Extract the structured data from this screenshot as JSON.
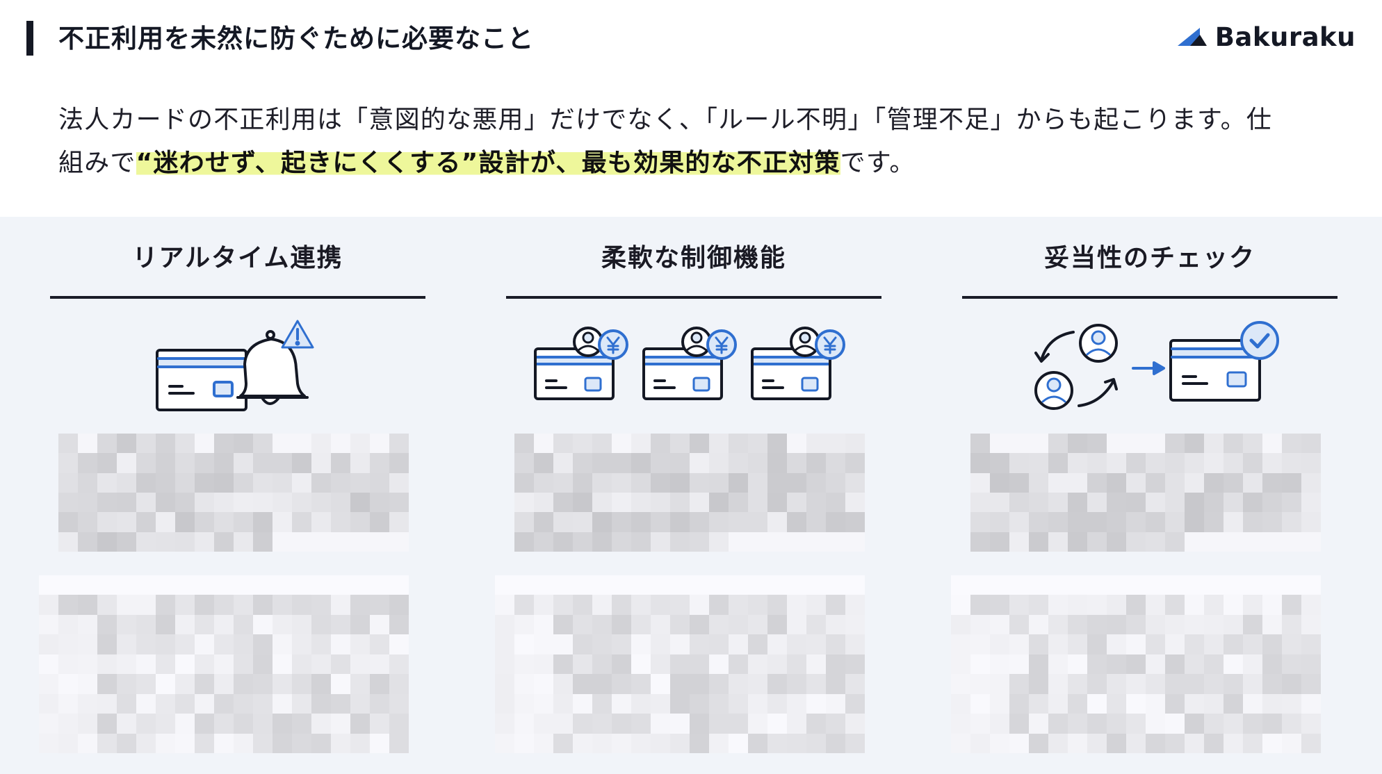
{
  "header": {
    "title": "不正利用を未然に防ぐために必要なこと",
    "logo_text": "Bakuraku"
  },
  "lead": {
    "text_before": "法人カードの不正利用は「意図的な悪用」だけでなく、「ルール不明」「管理不足」からも起こります。仕組みで",
    "highlight": "“迷わせず、起きにくくする”設計が、最も効果的な不正対策",
    "text_after": "です。"
  },
  "columns": [
    {
      "title": "リアルタイム連携",
      "icon": "card-bell-alert-icon"
    },
    {
      "title": "柔軟な制御機能",
      "icon": "cards-user-yen-icon"
    },
    {
      "title": "妥当性のチェック",
      "icon": "approval-flow-card-check-icon"
    }
  ],
  "colors": {
    "accent_blue": "#2f6fd0",
    "light_blue": "#dce8f8",
    "ink": "#141824",
    "highlight": "#eef79b",
    "panel_bg": "#f1f4f9"
  }
}
